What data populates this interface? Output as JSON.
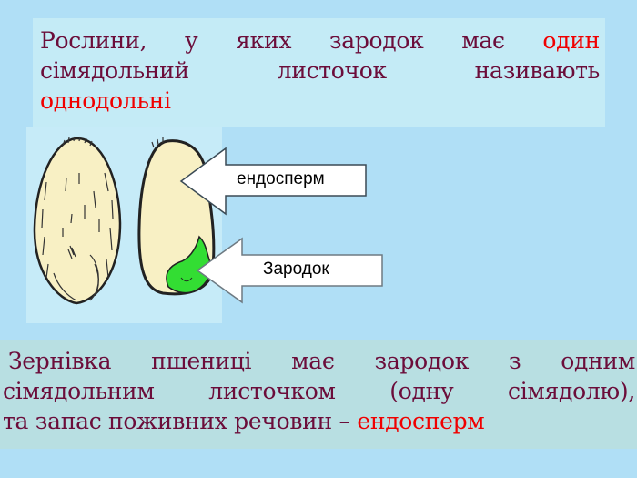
{
  "slide": {
    "background_color": "#b0dff6",
    "text_color": "#6b0d3a",
    "highlight_color": "#f00000"
  },
  "top_box": {
    "line1_before": "Рослини, у яких зародок має ",
    "line1_highlight": "один",
    "line2": "сімядольний листочок називають",
    "line3_highlight": "однодольні"
  },
  "illustration": {
    "seed_whole": "wheat-grain-whole",
    "seed_section": "wheat-grain-section",
    "labels": {
      "endosperm": "ендосперм",
      "embryo": "Зародок"
    },
    "colors": {
      "seed_fill": "#f8f0c4",
      "embryo_fill": "#33dd33",
      "outline": "#222222"
    }
  },
  "bottom_box": {
    "line1": "Зернівка пшениці має зародок з одним",
    "line2": "сімядольним листочком (одну сімядолю),",
    "line3_before": "та запас поживних речовин – ",
    "line3_highlight": "ендосперм"
  }
}
